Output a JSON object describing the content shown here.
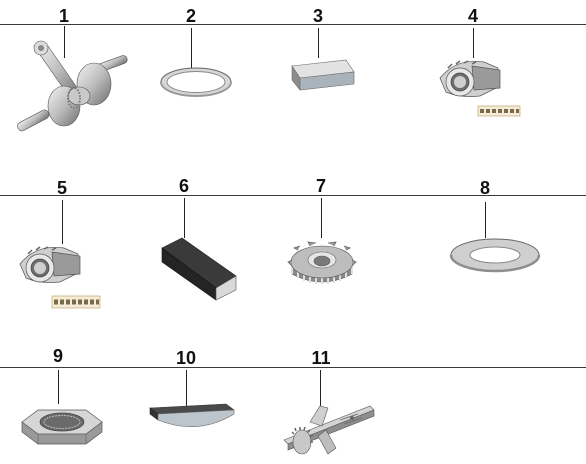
{
  "parts": [
    {
      "number": "1",
      "icon": "crankshaft-icon"
    },
    {
      "number": "2",
      "icon": "thin-washer-icon"
    },
    {
      "number": "3",
      "icon": "woodruff-key-block-icon"
    },
    {
      "number": "4",
      "icon": "bearing-with-cage-icon"
    },
    {
      "number": "5",
      "icon": "bearing-with-cage-icon"
    },
    {
      "number": "6",
      "icon": "square-key-icon"
    },
    {
      "number": "7",
      "icon": "spur-gear-icon"
    },
    {
      "number": "8",
      "icon": "flat-washer-icon"
    },
    {
      "number": "9",
      "icon": "hex-nut-icon"
    },
    {
      "number": "10",
      "icon": "half-moon-key-icon"
    },
    {
      "number": "11",
      "icon": "shaft-assembly-icon"
    }
  ],
  "colors": {
    "rule": "#3a3a3a",
    "metal_light": "#e6e6e6",
    "metal_mid": "#b8b8b8",
    "metal_dark": "#6e6e6e",
    "key_dark": "#2e2e2e"
  }
}
